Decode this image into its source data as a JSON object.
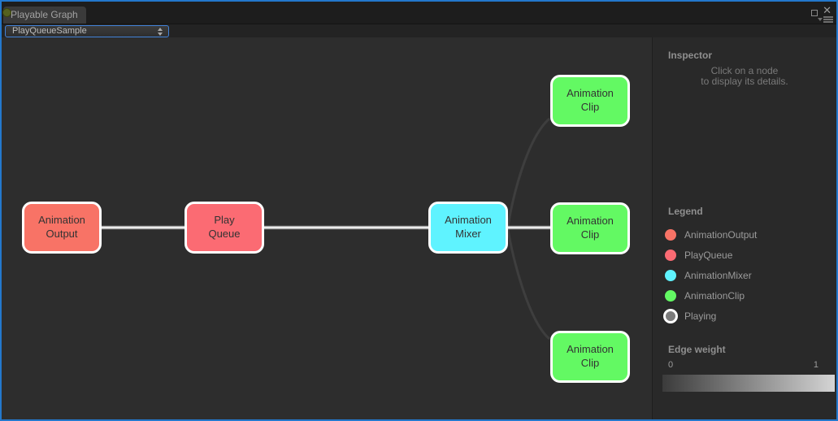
{
  "window": {
    "tab_title": "Playable Graph",
    "controls": {
      "close_glyph": "✕"
    }
  },
  "toolbar": {
    "graph_selector_value": "PlayQueueSample"
  },
  "graph": {
    "nodes": [
      {
        "id": "animation-output",
        "label": "Animation\nOutput",
        "color": "#F87366"
      },
      {
        "id": "play-queue",
        "label": "Play\nQueue",
        "color": "#FB6B73"
      },
      {
        "id": "animation-mixer",
        "label": "Animation\nMixer",
        "color": "#5FF3FF"
      },
      {
        "id": "animation-clip-top",
        "label": "Animation\nClip",
        "color": "#63F963"
      },
      {
        "id": "animation-clip-middle",
        "label": "Animation\nClip",
        "color": "#63F963"
      },
      {
        "id": "animation-clip-bottom",
        "label": "Animation\nClip",
        "color": "#63F963"
      }
    ],
    "edges": [
      {
        "from": "AnimationOutput",
        "to": "PlayQueue",
        "weight": 1
      },
      {
        "from": "PlayQueue",
        "to": "AnimationMixer",
        "weight": 1
      },
      {
        "from": "AnimationMixer",
        "to": "AnimationClip (middle)",
        "weight": 1
      },
      {
        "from": "AnimationMixer",
        "to": "AnimationClip (top)",
        "weight": 0
      },
      {
        "from": "AnimationMixer",
        "to": "AnimationClip (bottom)",
        "weight": 0
      }
    ],
    "edge_color_weight_1": "#e8e8e8",
    "edge_color_weight_0": "#3e3e3e"
  },
  "inspector": {
    "title": "Inspector",
    "hint": "Click on a node\nto display its details.",
    "legend": {
      "title": "Legend",
      "items": [
        {
          "label": "AnimationOutput",
          "color": "#F87366"
        },
        {
          "label": "PlayQueue",
          "color": "#FB6B73"
        },
        {
          "label": "AnimationMixer",
          "color": "#5FF3FF"
        },
        {
          "label": "AnimationClip",
          "color": "#63F963"
        },
        {
          "label": "Playing",
          "color": "#7B7B7B"
        }
      ]
    },
    "edge_weight": {
      "title": "Edge weight",
      "min": "0",
      "max": "1",
      "gradient_start": "#3b3b3b",
      "gradient_end": "#d4d4d4"
    }
  },
  "colors": {
    "window_border": "#2378CC"
  }
}
